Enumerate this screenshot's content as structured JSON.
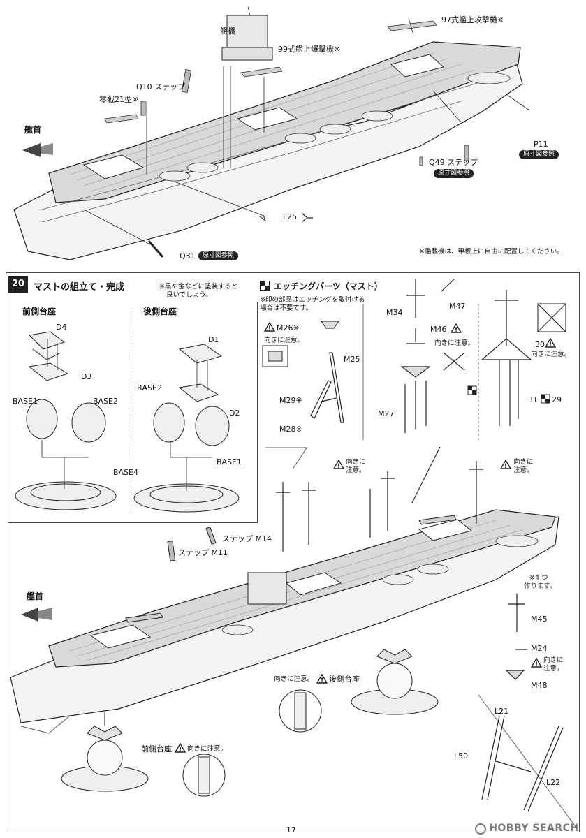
{
  "top": {
    "bow": "艦首",
    "bridge": "艦橋",
    "aircraft_97": "97式艦上攻撃機※",
    "aircraft_99": "99式艦上爆撃機※",
    "zero_21": "零戦21型※",
    "q10_step": "Q10 ステップ",
    "p11": "P11",
    "p11_ref": "原寸図参照",
    "q49_step": "Q49 ステップ",
    "q49_ref": "原寸図参照",
    "l25": "L25",
    "q31": "Q31",
    "q31_ref": "原寸図参照",
    "aircraft_note": "※艦載機は、甲板上に自由に配置してください。"
  },
  "step20": {
    "number": "20",
    "title": "マストの組立て・完成",
    "paint_note_1": "※黒や金などに塗装すると",
    "paint_note_2": "良いでしょう。",
    "front_base": "前側台座",
    "rear_base": "後側台座",
    "d4": "D4",
    "d3": "D3",
    "d1": "D1",
    "d2": "D2",
    "base1_left": "BASE1",
    "base2_left": "BASE2",
    "base2_right": "BASE2",
    "base1_right": "BASE1",
    "base4": "BASE4"
  },
  "etching": {
    "title": "エッチングパーツ（マスト）",
    "note_1": "※印の部品はエッチングを取付ける",
    "note_2": "場合は不要です。",
    "m26": "M26※",
    "orientation_1": "向きに注意。",
    "m25": "M25",
    "m29": "M29※",
    "m28": "M28※",
    "m34": "M34",
    "m47": "M47",
    "m46": "M46",
    "orientation_2": "向きに注意。",
    "m27": "M27",
    "n30": "30",
    "orientation_3": "向きに注意。",
    "n31": "31",
    "n29": "29"
  },
  "bottom": {
    "orient_a_1": "向きに",
    "orient_a_2": "注意。",
    "orient_b_1": "向きに",
    "orient_b_2": "注意。",
    "step_m14": "ステップ  M14",
    "step_m11": "ステップ  M11",
    "bow": "艦首",
    "make4_1": "※4 つ",
    "make4_2": "作ります。",
    "m45": "M45",
    "m24": "M24",
    "orient_c_1": "向きに",
    "orient_c_2": "注意。",
    "m48": "M48",
    "orient_rear": "向きに注意。",
    "rear_base": "後側台座",
    "front_base": "前側台座",
    "orient_front": "向きに注意。",
    "l21": "L21",
    "l50": "L50",
    "l22": "L22"
  },
  "footer": {
    "page": "17",
    "watermark_brand": "HOBBY SEARCH"
  }
}
